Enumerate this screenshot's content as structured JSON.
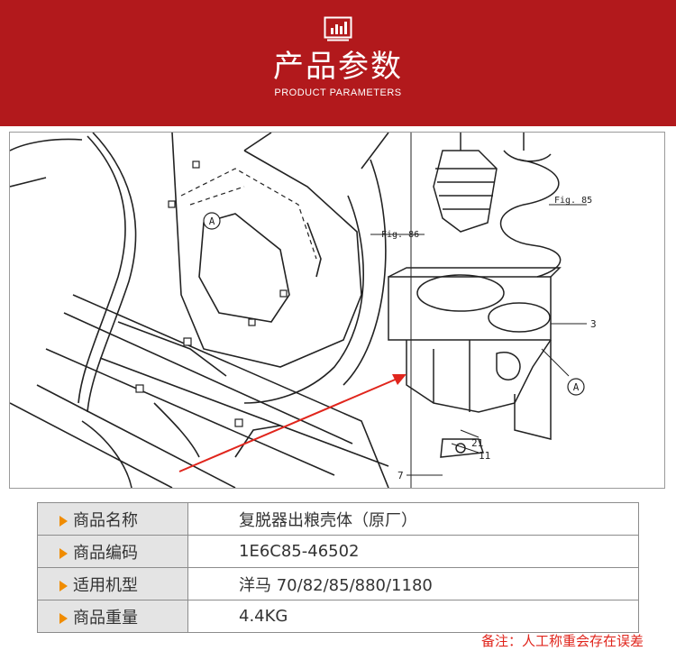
{
  "header": {
    "title": "产品参数",
    "subtitle": "PRODUCT PARAMETERS",
    "icon": "bar-chart-icon",
    "background_color": "#b2191c"
  },
  "diagram": {
    "labels": {
      "callout_a1": "A",
      "callout_a2": "A",
      "fig86": "Fig. 86",
      "fig85": "Fig. 85",
      "part_3": "3",
      "part_21": "21",
      "part_11": "11",
      "part_7": "7"
    }
  },
  "params": [
    {
      "label": "商品名称",
      "value": "复脱器出粮壳体（原厂）"
    },
    {
      "label": "商品编码",
      "value": "1E6C85-46502"
    },
    {
      "label": "适用机型",
      "value": "洋马 70/82/85/880/1180"
    },
    {
      "label": "商品重量",
      "value": "4.4KG"
    }
  ],
  "note": "备注：人工称重会存在误差",
  "colors": {
    "arrow": "#f08c00",
    "note": "#e0251c",
    "pointer": "#e0251c"
  }
}
